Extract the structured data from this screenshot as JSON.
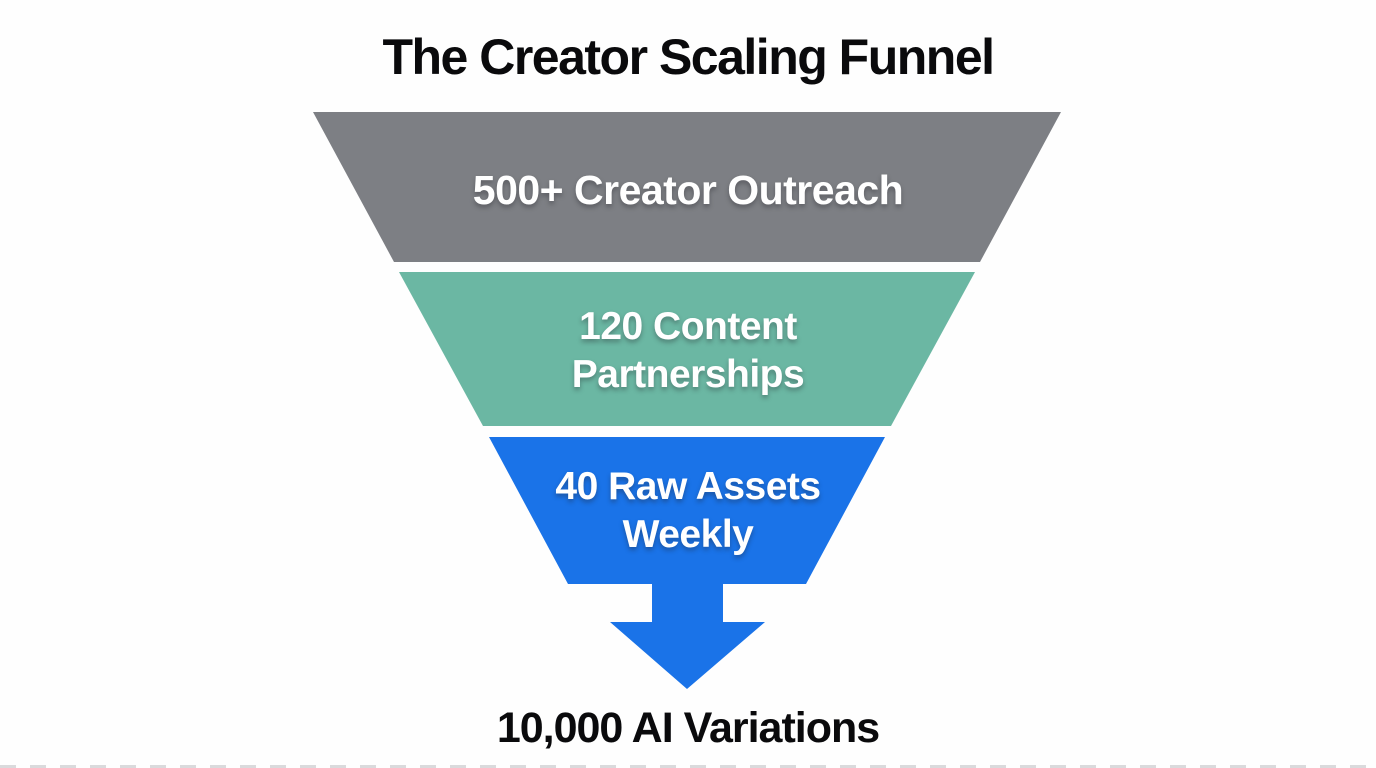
{
  "title": "The Creator Scaling Funnel",
  "funnel": {
    "tiers": [
      {
        "label": "500+ Creator Outreach",
        "color": "#7d7f84"
      },
      {
        "label": "120 Content\nPartnerships",
        "color": "#6bb7a3"
      },
      {
        "label": "40 Raw Assets\nWeekly",
        "color": "#1a73e8"
      }
    ],
    "arrow": {
      "color": "#1a73e8"
    },
    "result_label": "10,000 AI Variations"
  },
  "colors": {
    "background": "#fefefe",
    "title_text": "#0a0a0c",
    "tier_text": "#ffffff"
  }
}
